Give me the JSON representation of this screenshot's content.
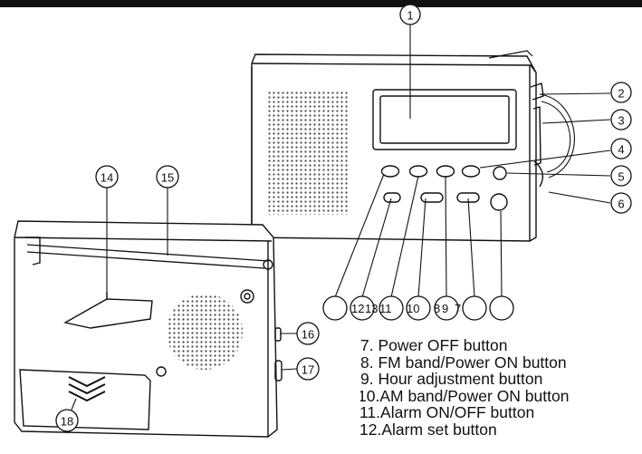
{
  "callouts": {
    "c1": "1",
    "c2": "2",
    "c3": "3",
    "c4": "4",
    "c5": "5",
    "c6": "6",
    "c14": "14",
    "c15": "15",
    "c16": "16",
    "c17": "17",
    "c18": "18"
  },
  "bottom_row_labels": {
    "l12": "12",
    "l13": "13",
    "l11": "11",
    "l10": "10",
    "l8": "8",
    "l9": "9",
    "l7": "7"
  },
  "legend": {
    "items": [
      "7. Power OFF button",
      "8. FM band/Power ON button",
      "9. Hour adjustment button",
      "10.AM band/Power ON button",
      "11.Alarm ON/OFF button",
      "12.Alarm set button"
    ]
  },
  "colors": {
    "ink": "#111111",
    "background": "#ffffff"
  }
}
